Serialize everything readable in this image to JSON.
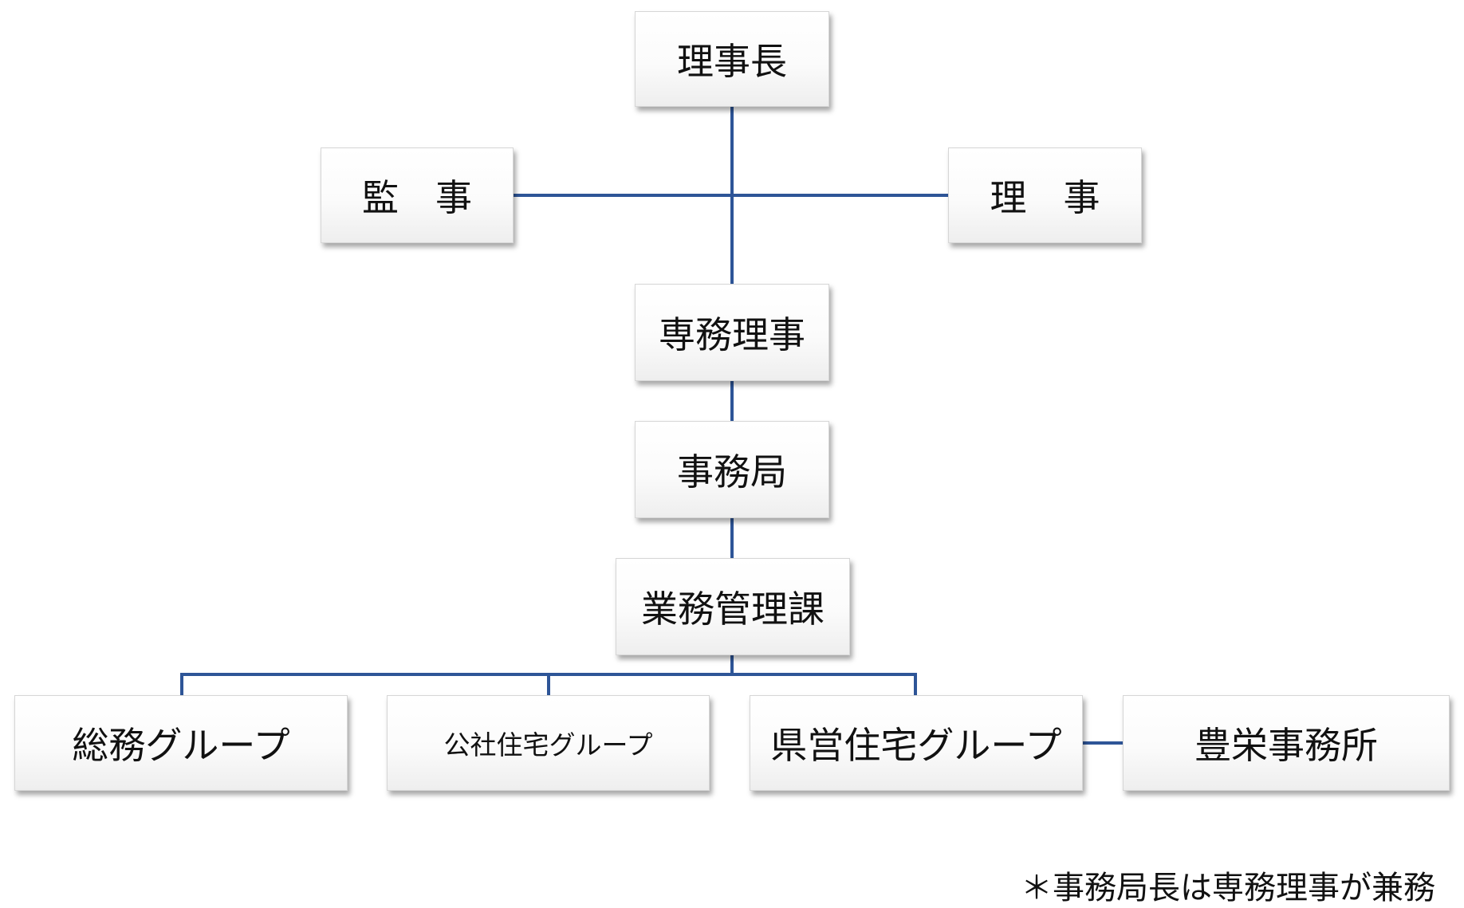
{
  "diagram": {
    "line_color": "#2E5597",
    "nodes": {
      "chairman": "理事長",
      "auditor": "監　事",
      "director": "理　事",
      "executive_director": "専務理事",
      "secretariat": "事務局",
      "business_management": "業務管理課",
      "general_affairs_group": "総務グループ",
      "public_housing_group": "公社住宅グループ",
      "prefectural_housing_group": "県営住宅グループ",
      "hoei_office": "豊栄事務所"
    },
    "note": "＊事務局長は専務理事が兼務"
  }
}
